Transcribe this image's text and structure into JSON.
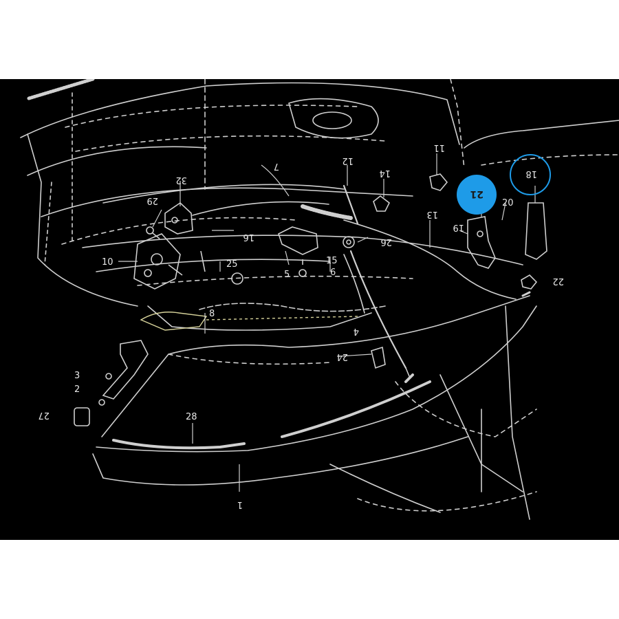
{
  "diagram": {
    "colors": {
      "background": "#000000",
      "line_art": "#cfcfcf",
      "label_text": "#e8e8e8",
      "highlight_fill": "#1e9be8",
      "highlight_ring": "#1e9be8",
      "highlighted_part_label": "#1b1b1b"
    },
    "callouts": {
      "c1": "1",
      "c2": "2",
      "c3": "3",
      "c4": "4",
      "c5": "5",
      "c6": "6",
      "c7": "7",
      "c8": "8",
      "c10": "10",
      "c11": "11",
      "c12": "12",
      "c13": "13",
      "c14": "14",
      "c15": "15",
      "c16": "16",
      "c18": "18",
      "c19": "19",
      "c20": "20",
      "c21": "21",
      "c22": "22",
      "c24": "24",
      "c25": "25",
      "c26": "26",
      "c27": "27",
      "c28": "28",
      "c29": "29",
      "c32": "32"
    }
  }
}
